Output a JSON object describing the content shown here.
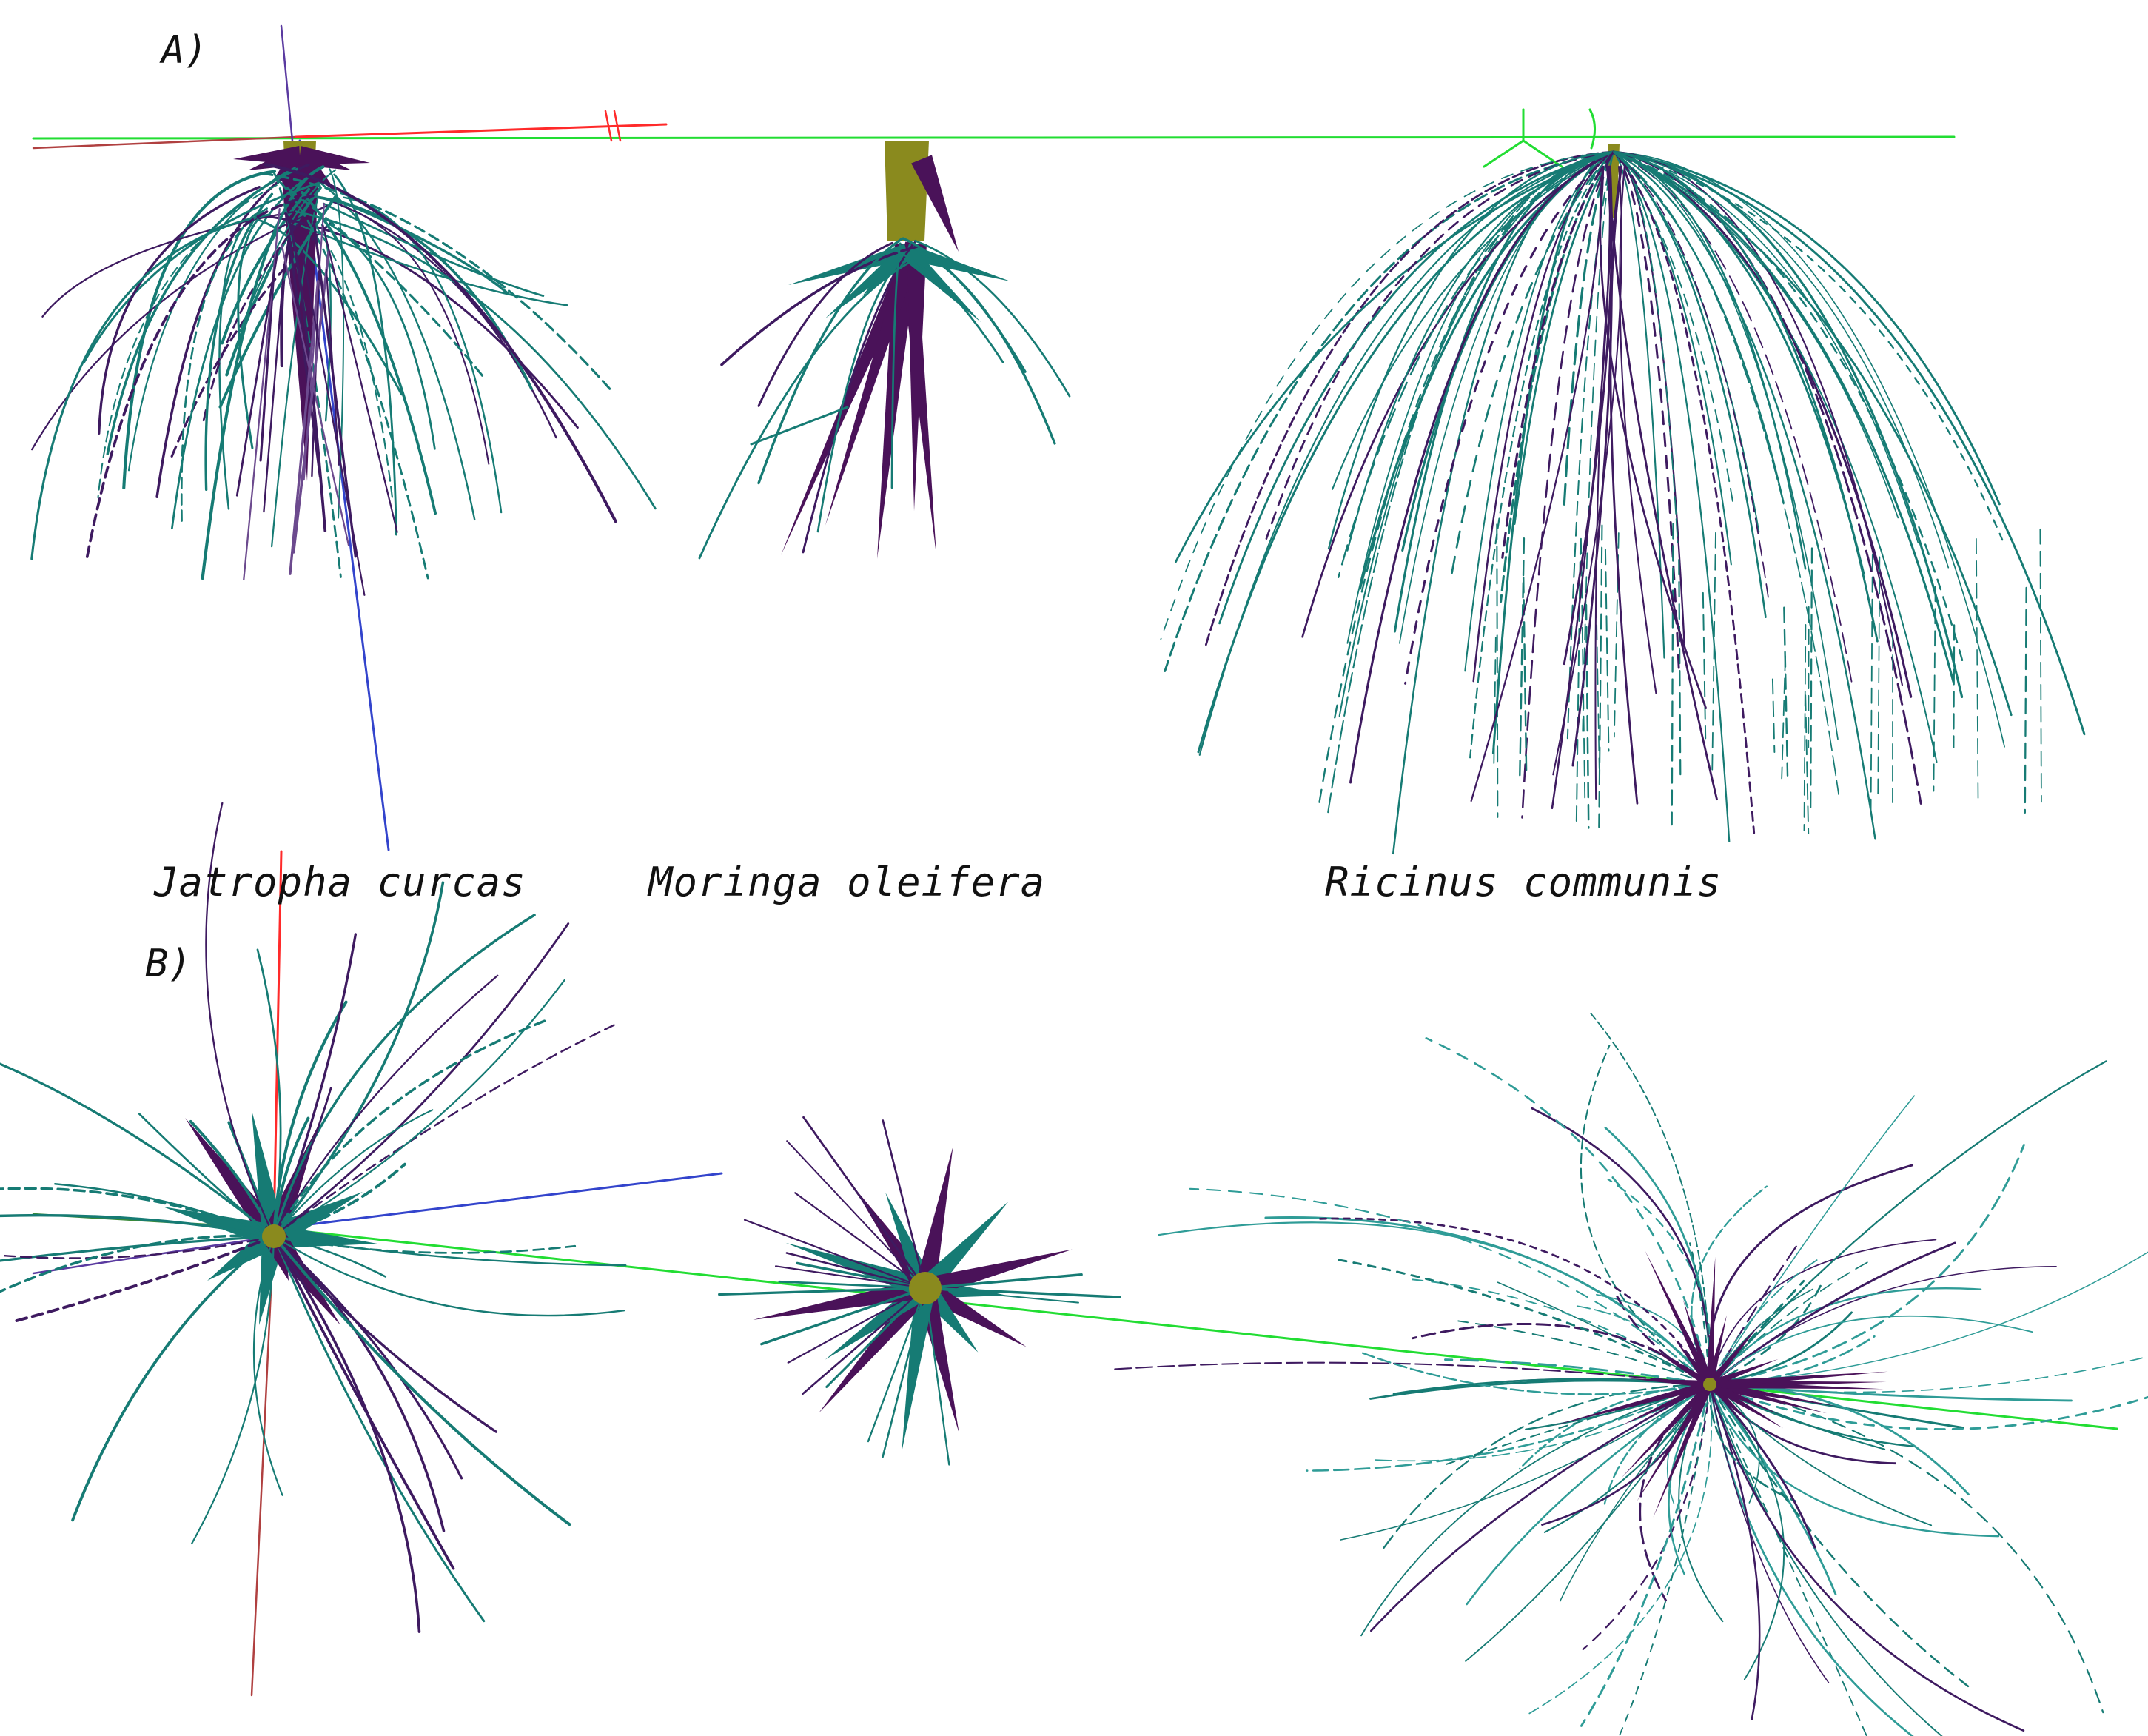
{
  "panels": [
    {
      "label": "A)"
    },
    {
      "label": "B)"
    }
  ],
  "species": [
    {
      "name": "Jatropha curcas"
    },
    {
      "name": "Moringa oleifera"
    },
    {
      "name": "Ricinus communis"
    }
  ],
  "colors": {
    "taproot": "#4a1259",
    "branch": "#3e1a60",
    "lateral": "#167b74",
    "lateral_light": "#2f9c97",
    "stem": "#8a8a1e",
    "axis_x": "#ff2a2a",
    "axis_y": "#22dd33",
    "axis_z": "#3344cc",
    "axis_dim_red": "#b04040",
    "axis_dim_green": "#3a8a3a",
    "axis_dim_blue": "#5a3aa0"
  }
}
